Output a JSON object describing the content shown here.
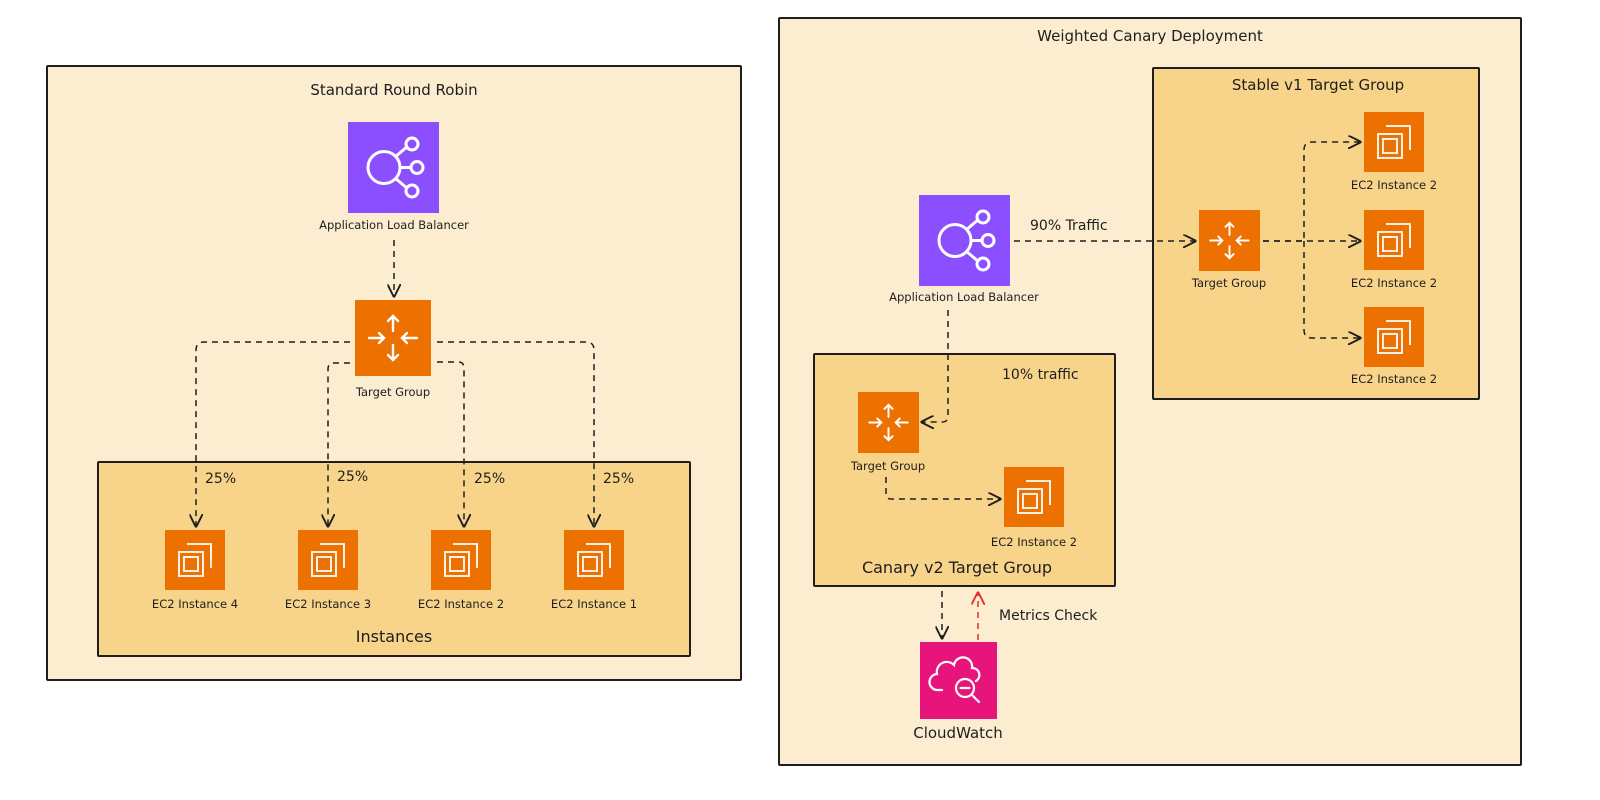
{
  "left": {
    "title": "Standard Round Robin",
    "alb_label": "Application Load Balancer",
    "tg_label": "Target Group",
    "instances_label": "Instances",
    "percentages": [
      "25%",
      "25%",
      "25%",
      "25%"
    ],
    "instances": [
      "EC2 Instance 4",
      "EC2 Instance 3",
      "EC2 Instance 2",
      "EC2 Instance 1"
    ]
  },
  "right": {
    "title": "Weighted Canary Deployment",
    "alb_label": "Application Load Balancer",
    "traffic_90": "90% Traffic",
    "stable": {
      "title": "Stable v1 Target Group",
      "tg_label": "Target Group",
      "instances": [
        "EC2 Instance 2",
        "EC2 Instance 2",
        "EC2 Instance 2"
      ]
    },
    "canary": {
      "title": "Canary v2 Target Group",
      "traffic_10": "10% traffic",
      "tg_label": "Target Group",
      "instance": "EC2 Instance 2"
    },
    "cloudwatch_label": "CloudWatch",
    "metrics_label": "Metrics Check"
  },
  "colors": {
    "outer_bg": "#fcedd0",
    "inner_bg": "#f7d48a",
    "alb_purple": "#8c4fff",
    "ec2_orange": "#ed7100",
    "cloudwatch_pink": "#e7157b",
    "metrics_arrow": "#e03131",
    "stroke": "#1e1e1e"
  },
  "icons": {
    "alb": "load-balancer-icon",
    "target_group": "target-group-icon",
    "ec2": "ec2-instance-icon",
    "cloudwatch": "cloudwatch-icon"
  }
}
